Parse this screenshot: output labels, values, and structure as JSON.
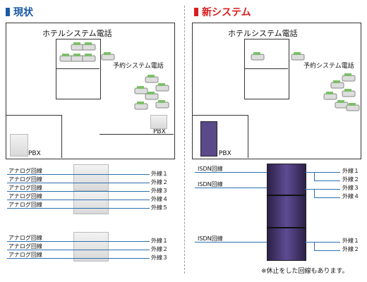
{
  "headers": {
    "current": "現状",
    "new": "新システム"
  },
  "current": {
    "hotel_label": "ホテルシステム電話",
    "reservation_label": "予約システム電話",
    "pbx_top": "PBX",
    "pbx_bottom": "PBX",
    "group1_left": [
      "アナログ回線",
      "アナログ回線",
      "アナログ回線",
      "アナログ回線",
      "アナログ回線"
    ],
    "group1_right": [
      "外線１",
      "外線２",
      "外線３",
      "外線４",
      "外線５"
    ],
    "group2_left": [
      "アナログ回線",
      "アナログ回線",
      "アナログ回線"
    ],
    "group2_right": [
      "外線１",
      "外線２",
      "外線３"
    ]
  },
  "new": {
    "hotel_label": "ホテルシステム電話",
    "reservation_label": "予約システム電話",
    "pbx": "PBX",
    "isdn_labels": [
      "ISDN回線",
      "ISDN回線",
      "ISDN回線"
    ],
    "group1_right": [
      "外線１",
      "外線２",
      "外線３",
      "外線４"
    ],
    "group2_right": [
      "外線１",
      "外線２"
    ],
    "note": "※休止をした回線もあります。"
  },
  "colors": {
    "current_accent": "#1a5aa6",
    "new_accent": "#d81e1e",
    "line": "#2c6fb0",
    "rack": "#4b3a78"
  }
}
